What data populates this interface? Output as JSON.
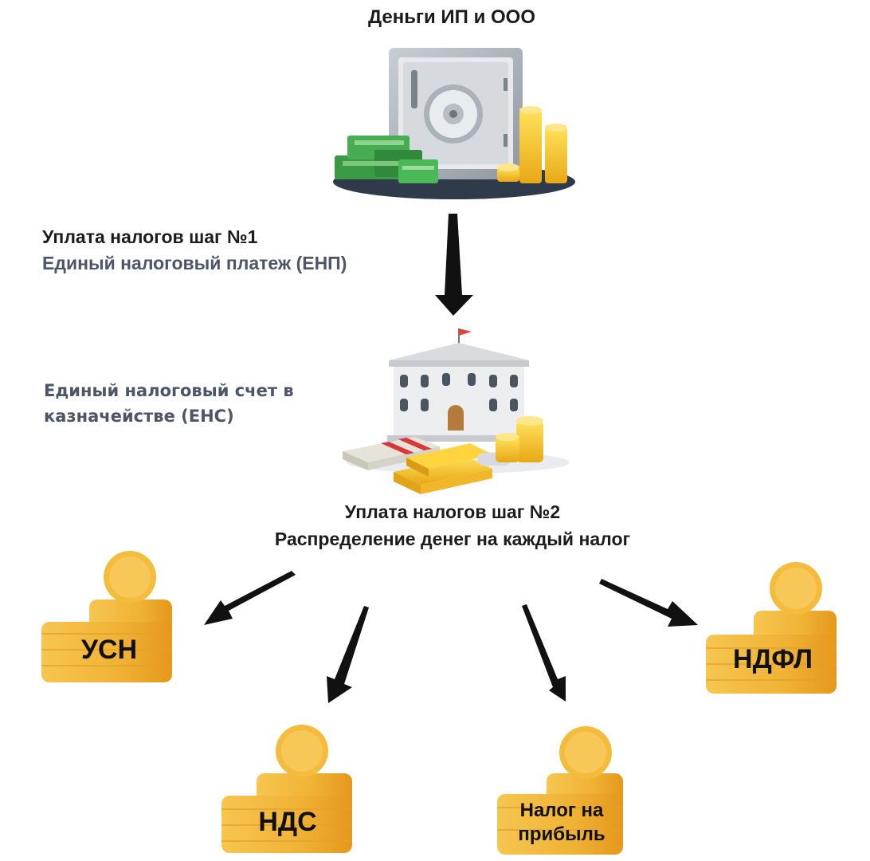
{
  "title": "Деньги ИП и ООО",
  "step1": {
    "heading": "Уплата налогов шаг №1",
    "subheading": "Единый налоговый платеж (ЕНП)"
  },
  "account": {
    "label": "Единый налоговый счет в казначействе (ЕНС)"
  },
  "step2": {
    "heading": "Уплата налогов шаг №2",
    "subheading": "Распределение денег на каждый налог"
  },
  "taxes": [
    {
      "label": "УСН"
    },
    {
      "label": "НДС"
    },
    {
      "label": "Налог на прибыль"
    },
    {
      "label": "НДФЛ"
    }
  ],
  "colors": {
    "coin": "#f1b83a",
    "coin_dark": "#e19a1b",
    "text_dark": "#1c1c1c",
    "text_slate": "#4d5568",
    "money_green": "#3fa34d"
  },
  "icons": [
    "safe-icon",
    "banknotes-icon",
    "coin-stack-icon",
    "treasury-building-icon",
    "gold-bars-icon",
    "arrow-down-icon"
  ]
}
